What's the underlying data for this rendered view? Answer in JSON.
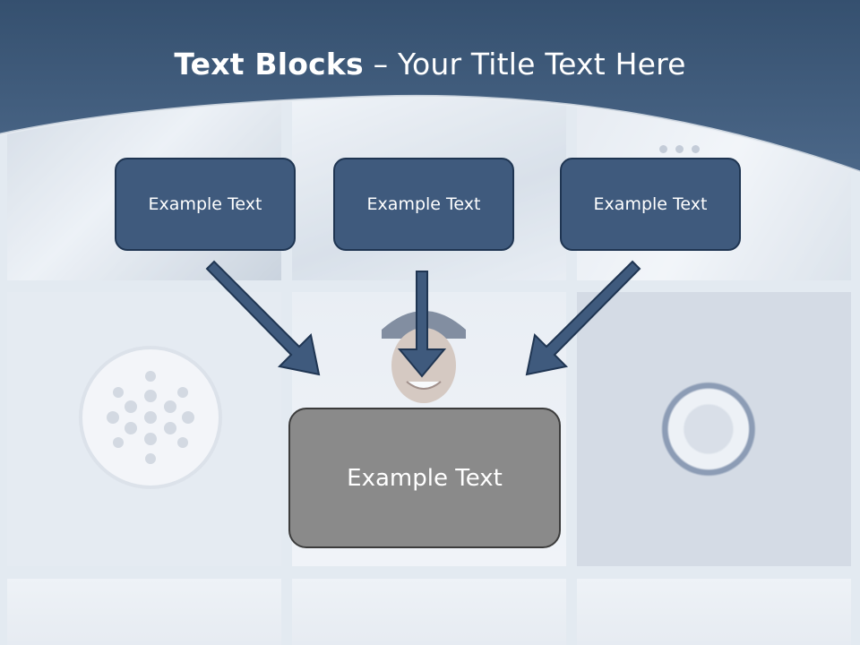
{
  "title": {
    "bold": "Text Blocks",
    "dash": " – ",
    "rest": "Your Title Text Here"
  },
  "boxes": {
    "left": "Example Text",
    "middle": "Example Text",
    "right": "Example Text",
    "center": "Example Text"
  },
  "colors": {
    "header": "#3f5a7d",
    "box_fill": "#3f5a7d",
    "box_border": "#1f3552",
    "center_fill": "#8a8a8a",
    "arrow": "#3f5a7d"
  }
}
